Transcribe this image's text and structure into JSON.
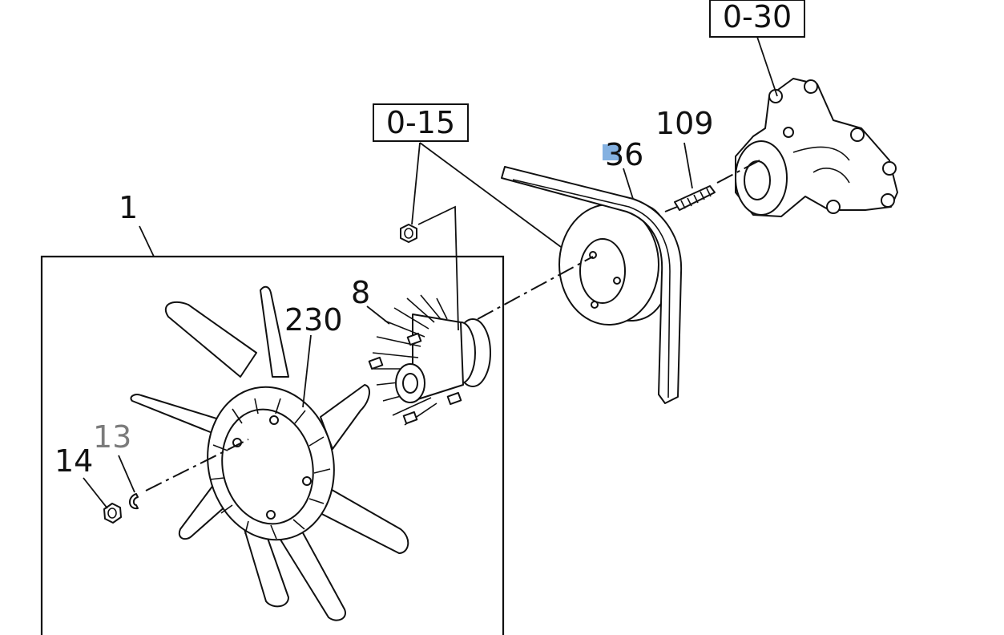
{
  "callouts": {
    "ref_water_pump": "0-30",
    "ref_pulley": "0-15",
    "part_109": "109",
    "part_36": "36",
    "part_1": "1",
    "part_8": "8",
    "part_230": "230",
    "part_14": "14",
    "part_13": "13"
  },
  "highlight": {
    "part": "36",
    "color": "#6fa3dc"
  }
}
